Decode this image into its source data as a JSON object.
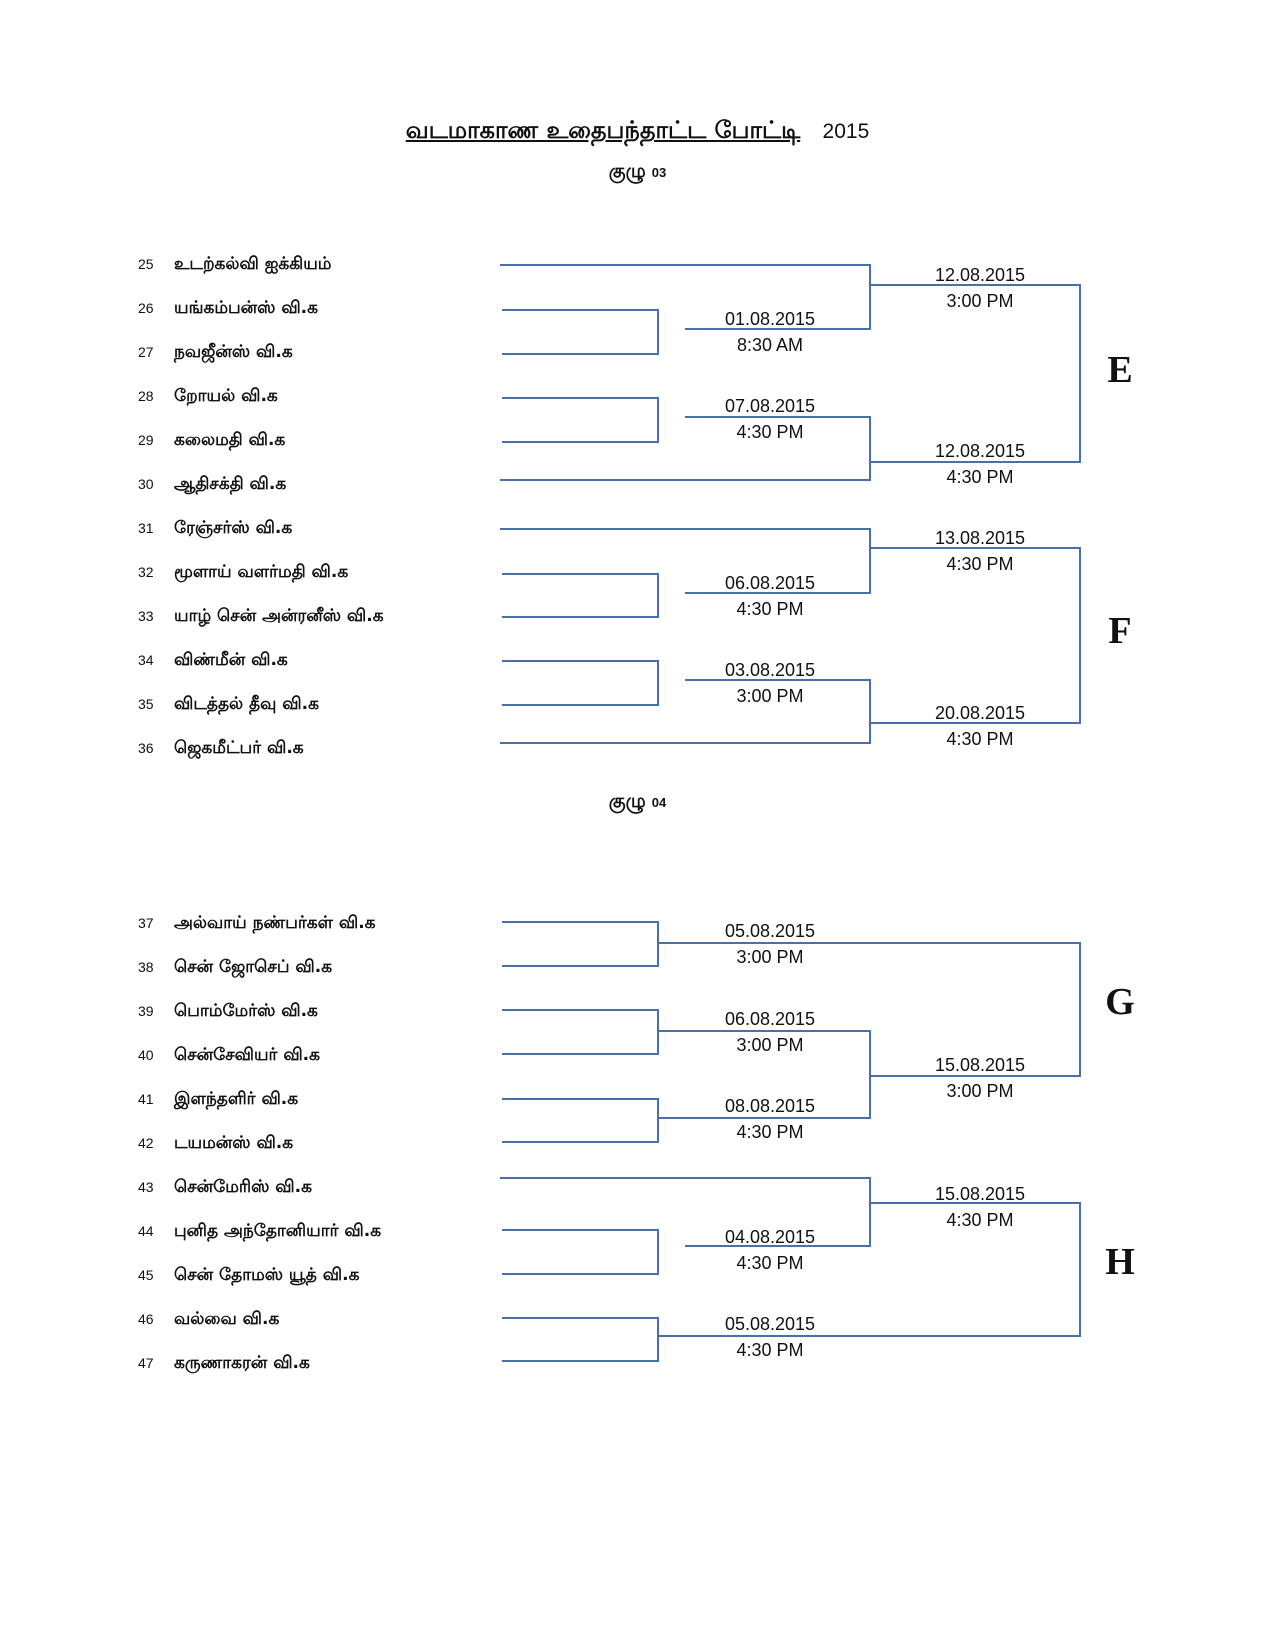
{
  "title": {
    "main": "வடமாகாண உதைபந்தாட்ட போட்டி",
    "year": "2015"
  },
  "groups": [
    {
      "label": "குழு",
      "number": "03",
      "teams": [
        {
          "num": "25",
          "name": "உடற்கல்வி ஐக்கியம்"
        },
        {
          "num": "26",
          "name": "யங்கம்பன்ஸ் வி.க"
        },
        {
          "num": "27",
          "name": "நவஜீன்ஸ் வி.க"
        },
        {
          "num": "28",
          "name": "றோயல் வி.க"
        },
        {
          "num": "29",
          "name": "கலைமதி வி.க"
        },
        {
          "num": "30",
          "name": "ஆதிசக்தி வி.க"
        },
        {
          "num": "31",
          "name": "ரேஞ்சர்ஸ் வி.க"
        },
        {
          "num": "32",
          "name": "மூளாய் வளர்மதி வி.க"
        },
        {
          "num": "33",
          "name": "யாழ் சென் அன்ரனீஸ் வி.க"
        },
        {
          "num": "34",
          "name": "விண்மீன் வி.க"
        },
        {
          "num": "35",
          "name": "விடத்தல் தீவு வி.க"
        },
        {
          "num": "36",
          "name": "ஜெகமீட்பர் வி.க"
        }
      ],
      "matches": [
        {
          "date": "01.08.2015",
          "time": "8:30 AM"
        },
        {
          "date": "07.08.2015",
          "time": "4:30 PM"
        },
        {
          "date": "12.08.2015",
          "time": "3:00 PM"
        },
        {
          "date": "12.08.2015",
          "time": "4:30 PM"
        },
        {
          "date": "06.08.2015",
          "time": "4:30 PM"
        },
        {
          "date": "03.08.2015",
          "time": "3:00 PM"
        },
        {
          "date": "13.08.2015",
          "time": "4:30 PM"
        },
        {
          "date": "20.08.2015",
          "time": "4:30 PM"
        }
      ],
      "pools": [
        "E",
        "F"
      ]
    },
    {
      "label": "குழு",
      "number": "04",
      "teams": [
        {
          "num": "37",
          "name": "அல்வாய் நண்பர்கள் வி.க"
        },
        {
          "num": "38",
          "name": "சென் ஜோசெப் வி.க"
        },
        {
          "num": "39",
          "name": "பொம்மேர்ஸ் வி.க"
        },
        {
          "num": "40",
          "name": "சென்சேவியர் வி.க"
        },
        {
          "num": "41",
          "name": "இளந்தளிர் வி.க"
        },
        {
          "num": "42",
          "name": "டயமன்ஸ் வி.க"
        },
        {
          "num": "43",
          "name": "சென்மேரிஸ் வி.க"
        },
        {
          "num": "44",
          "name": "புனித அந்தோனியார் வி.க"
        },
        {
          "num": "45",
          "name": "சென் தோமஸ் யூத் வி.க"
        },
        {
          "num": "46",
          "name": "வல்வை வி.க"
        },
        {
          "num": "47",
          "name": "கருணாகரன் வி.க"
        }
      ],
      "matches": [
        {
          "date": "05.08.2015",
          "time": "3:00 PM"
        },
        {
          "date": "06.08.2015",
          "time": "3:00 PM"
        },
        {
          "date": "08.08.2015",
          "time": "4:30 PM"
        },
        {
          "date": "15.08.2015",
          "time": "3:00 PM"
        },
        {
          "date": "04.08.2015",
          "time": "4:30 PM"
        },
        {
          "date": "05.08.2015",
          "time": "4:30 PM"
        },
        {
          "date": "15.08.2015",
          "time": "4:30 PM"
        }
      ],
      "pools": [
        "G",
        "H"
      ]
    }
  ],
  "colors": {
    "bracket_line": "#4a70aa",
    "text": "#111111"
  }
}
